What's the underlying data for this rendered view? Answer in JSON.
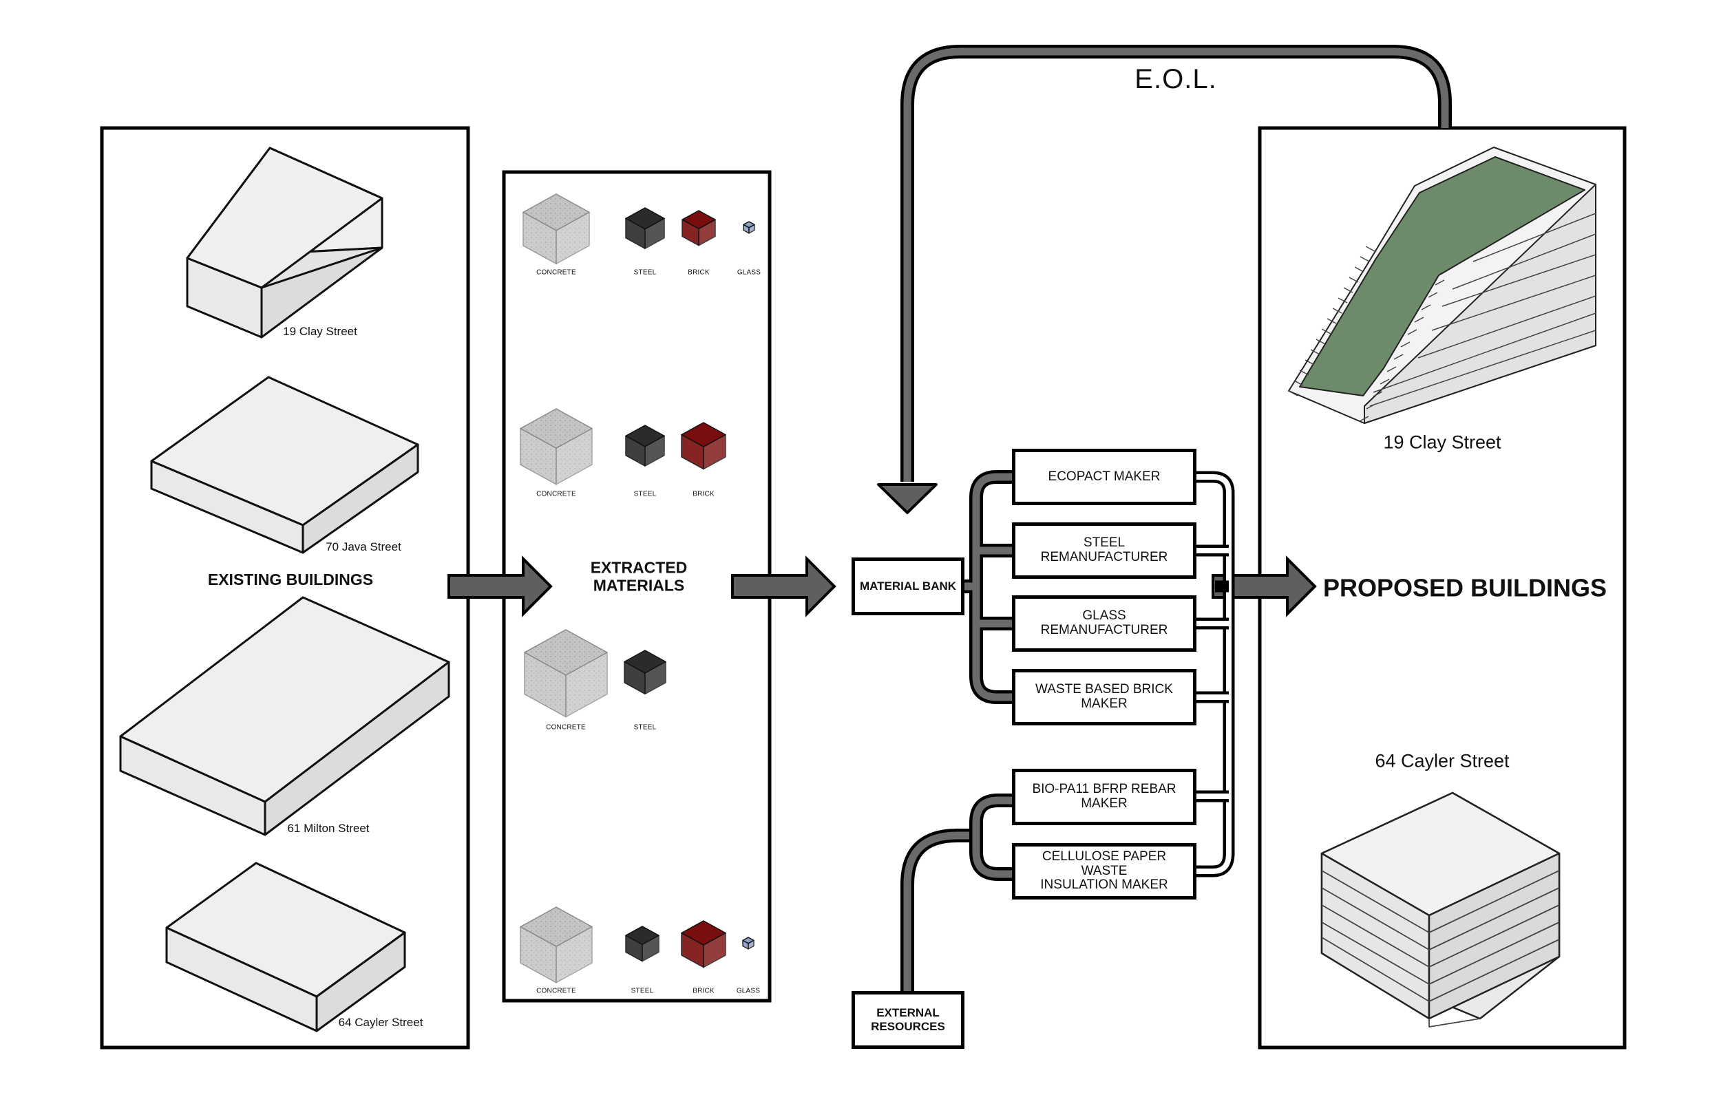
{
  "existing": {
    "title": "EXISTING BUILDINGS",
    "buildings": [
      "19 Clay Street",
      "70 Java Street",
      "61 Milton Street",
      "64 Cayler Street"
    ]
  },
  "extracted": {
    "title_line1": "EXTRACTED",
    "title_line2": "MATERIALS",
    "groups": [
      [
        "CONCRETE",
        "STEEL",
        "BRICK",
        "GLASS"
      ],
      [
        "CONCRETE",
        "STEEL",
        "BRICK"
      ],
      [
        "CONCRETE",
        "STEEL"
      ],
      [
        "CONCRETE",
        "STEEL",
        "BRICK",
        "GLASS"
      ]
    ]
  },
  "material_bank": {
    "label": "MATERIAL BANK"
  },
  "external": {
    "label": "EXTERNAL\nRESOURCES"
  },
  "eol": {
    "label": "E.O.L."
  },
  "processors": [
    "ECOPACT MAKER",
    "STEEL REMANUFACTURER",
    "GLASS REMANUFACTURER",
    "WASTE BASED BRICK\nMAKER",
    "BIO-PA11 BFRP REBAR\nMAKER",
    "CELLULOSE PAPER WASTE\nINSULATION MAKER"
  ],
  "proposed": {
    "title": "PROPOSED BUILDINGS",
    "buildings": [
      "19 Clay Street",
      "64 Cayler Street"
    ]
  },
  "colors": {
    "arrow_fill": "#5f5f5f",
    "building_face": "#e6e6e6",
    "concrete": "#bdbdbd",
    "steel": "#2b2b2b",
    "brick": "#7a0d0d",
    "glass": "#8f9fc8",
    "green_roof": "#6d8a6a"
  }
}
